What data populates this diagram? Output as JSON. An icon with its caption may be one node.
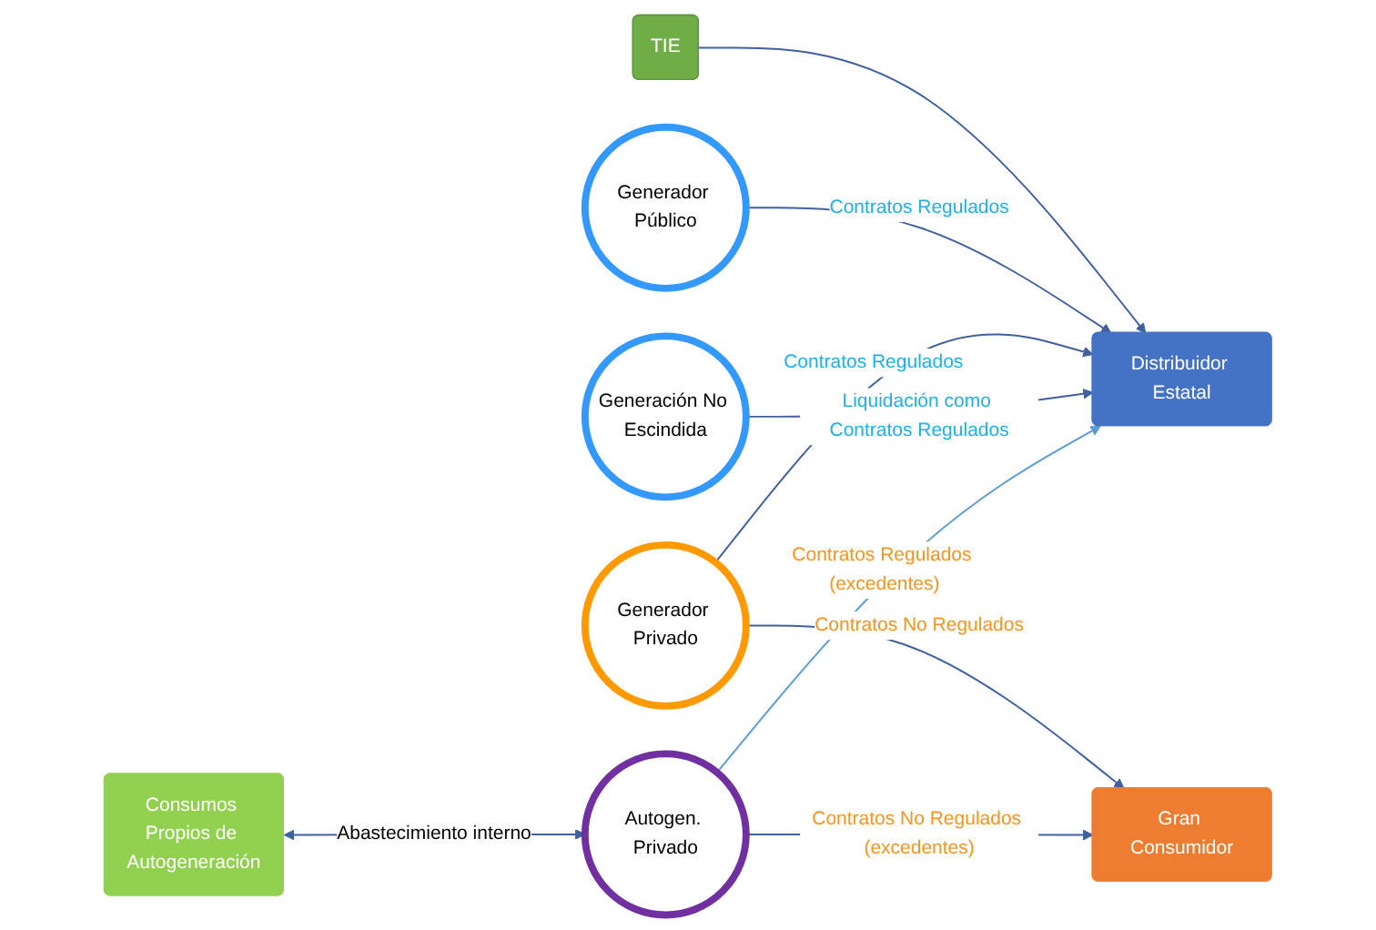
{
  "diagram": {
    "nodes": [
      {
        "text": [
          "TIE"
        ]
      },
      {
        "text": [
          "Generador Público"
        ]
      },
      {
        "text": [
          "Distribuidor Estatal"
        ]
      },
      {
        "text": [
          "Generador Privado"
        ]
      },
      {
        "text": [
          "Generación No Escindida"
        ]
      },
      {
        "text": [
          "Gran Consumidor"
        ]
      },
      {
        "text": [
          "Consumos Propios de Autogeneración"
        ]
      },
      {
        "text": [
          "Autogen. Privado"
        ]
      }
    ],
    "edges": [
      {
        "from": 0,
        "to": 2,
        "arrow": "to"
      },
      {
        "from": 1,
        "to": 2,
        "arrow": "to",
        "label": "Contratos Regulados"
      },
      {
        "from": 3,
        "to": 2,
        "arrow": "to",
        "label": "Contratos Regulados"
      },
      {
        "from": 4,
        "to": 2,
        "arrow": "to",
        "label": "Liquidación como Contratos Regulados"
      },
      {
        "from": 3,
        "to": 5,
        "arrow": "to",
        "label": "Contratos No Regulados"
      },
      {
        "from": 7,
        "to": 5,
        "arrow": "to",
        "label": "Contratos No Regulados (excedentes)"
      },
      {
        "from": 7,
        "to": 2,
        "arrow": "to",
        "label": "Contratos Regulados (excedentes)",
        "color": "#5b9bd5"
      },
      {
        "from": 6,
        "to": 7,
        "arrow": "both",
        "label": "Abastecimiento interno"
      }
    ]
  }
}
